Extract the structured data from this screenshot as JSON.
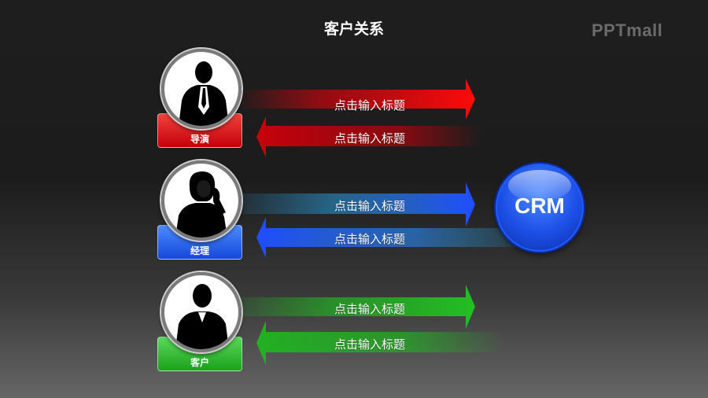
{
  "title": "客户关系",
  "logo_text": "PPTmall",
  "roles": [
    {
      "label": "导演",
      "color": "#d80d12"
    },
    {
      "label": "经理",
      "color": "#1f5cff"
    },
    {
      "label": "客户",
      "color": "#24b024"
    }
  ],
  "arrows": [
    {
      "text": "点击输入标题",
      "direction": "right",
      "color": "#e0000a"
    },
    {
      "text": "点击输入标题",
      "direction": "left",
      "color": "#c8000a"
    },
    {
      "text": "点击输入标题",
      "direction": "right",
      "color": "#1f5cff"
    },
    {
      "text": "点击输入标题",
      "direction": "left",
      "color": "#1f5cff"
    },
    {
      "text": "点击输入标题",
      "direction": "right",
      "color": "#22b022"
    },
    {
      "text": "点击输入标题",
      "direction": "left",
      "color": "#22b022"
    }
  ],
  "crm": {
    "label": "CRM",
    "color": "#1f5cff"
  }
}
